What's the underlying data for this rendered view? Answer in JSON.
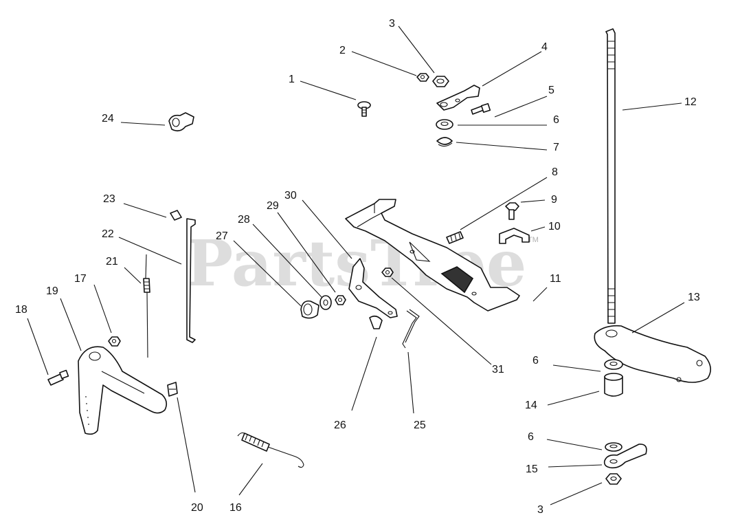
{
  "watermark": {
    "text": "PartsTree",
    "tm": "TM"
  },
  "callouts": [
    {
      "id": "c1",
      "label": "1"
    },
    {
      "id": "c2",
      "label": "2"
    },
    {
      "id": "c3a",
      "label": "3"
    },
    {
      "id": "c4",
      "label": "4"
    },
    {
      "id": "c5",
      "label": "5"
    },
    {
      "id": "c6a",
      "label": "6"
    },
    {
      "id": "c7",
      "label": "7"
    },
    {
      "id": "c8",
      "label": "8"
    },
    {
      "id": "c9",
      "label": "9"
    },
    {
      "id": "c10",
      "label": "10"
    },
    {
      "id": "c11",
      "label": "11"
    },
    {
      "id": "c12",
      "label": "12"
    },
    {
      "id": "c13",
      "label": "13"
    },
    {
      "id": "c6b",
      "label": "6"
    },
    {
      "id": "c14",
      "label": "14"
    },
    {
      "id": "c6c",
      "label": "6"
    },
    {
      "id": "c15",
      "label": "15"
    },
    {
      "id": "c3b",
      "label": "3"
    },
    {
      "id": "c16",
      "label": "16"
    },
    {
      "id": "c17",
      "label": "17"
    },
    {
      "id": "c18",
      "label": "18"
    },
    {
      "id": "c19",
      "label": "19"
    },
    {
      "id": "c20",
      "label": "20"
    },
    {
      "id": "c21",
      "label": "21"
    },
    {
      "id": "c22",
      "label": "22"
    },
    {
      "id": "c23",
      "label": "23"
    },
    {
      "id": "c24",
      "label": "24"
    },
    {
      "id": "c25",
      "label": "25"
    },
    {
      "id": "c26",
      "label": "26"
    },
    {
      "id": "c27",
      "label": "27"
    },
    {
      "id": "c28",
      "label": "28"
    },
    {
      "id": "c29",
      "label": "29"
    },
    {
      "id": "c30",
      "label": "30"
    },
    {
      "id": "c31",
      "label": "31"
    }
  ]
}
